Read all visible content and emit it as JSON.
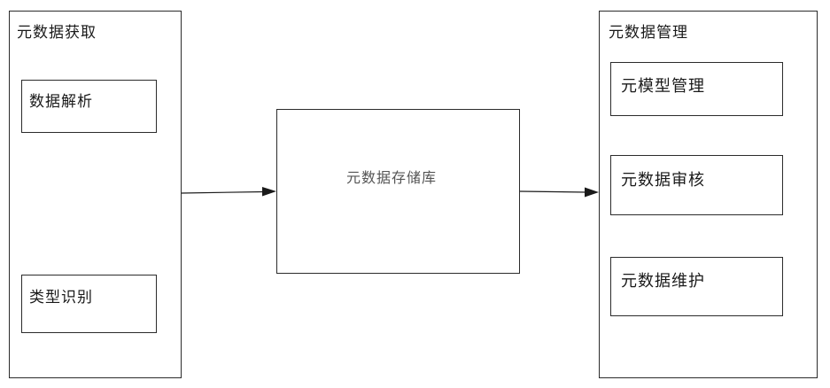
{
  "left_group": {
    "title": "元数据获取",
    "items": [
      "数据解析",
      "类型识别"
    ]
  },
  "center": {
    "title": "元数据存储库"
  },
  "right_group": {
    "title": "元数据管理",
    "items": [
      "元模型管理",
      "元数据审核",
      "元数据维护"
    ]
  },
  "edges": [
    {
      "from": "元数据获取",
      "to": "元数据存储库"
    },
    {
      "from": "元数据存储库",
      "to": "元数据管理"
    }
  ]
}
